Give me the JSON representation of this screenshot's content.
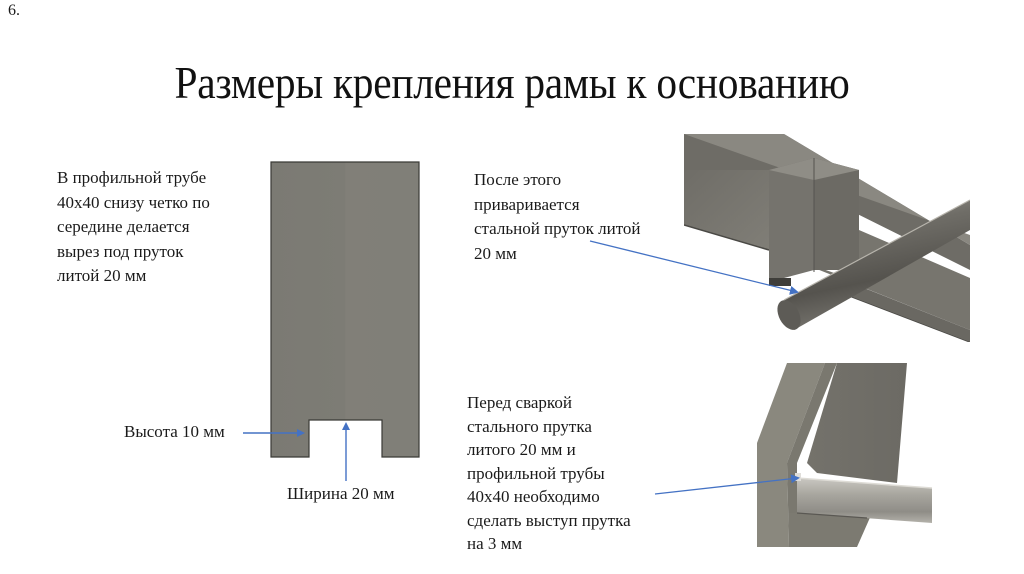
{
  "slide": {
    "number": "6.",
    "title": "Размеры крепления рамы к основанию"
  },
  "left_panel": {
    "description": "В профильной трубе\n40х40  снизу четко по\nсередине делается\nвырез под пруток\nлитой 20 мм",
    "height_label": "Высота 10 мм",
    "width_label": "Ширина 20 мм",
    "profile_color": "#7E7D76",
    "arrow_color": "#4472C4"
  },
  "top_right": {
    "description": "После этого\nприваривается\nстальной пруток литой\n20 мм",
    "image": "render-frame-with-welded-rod"
  },
  "bottom_right": {
    "description": "Перед сваркой\nстального прутка\nлитого 20 мм и\nпрофильной трубы\n40х40 необходимо\nсделать выступ прутка\nна 3 мм",
    "image": "render-rod-protrusion-closeup"
  }
}
